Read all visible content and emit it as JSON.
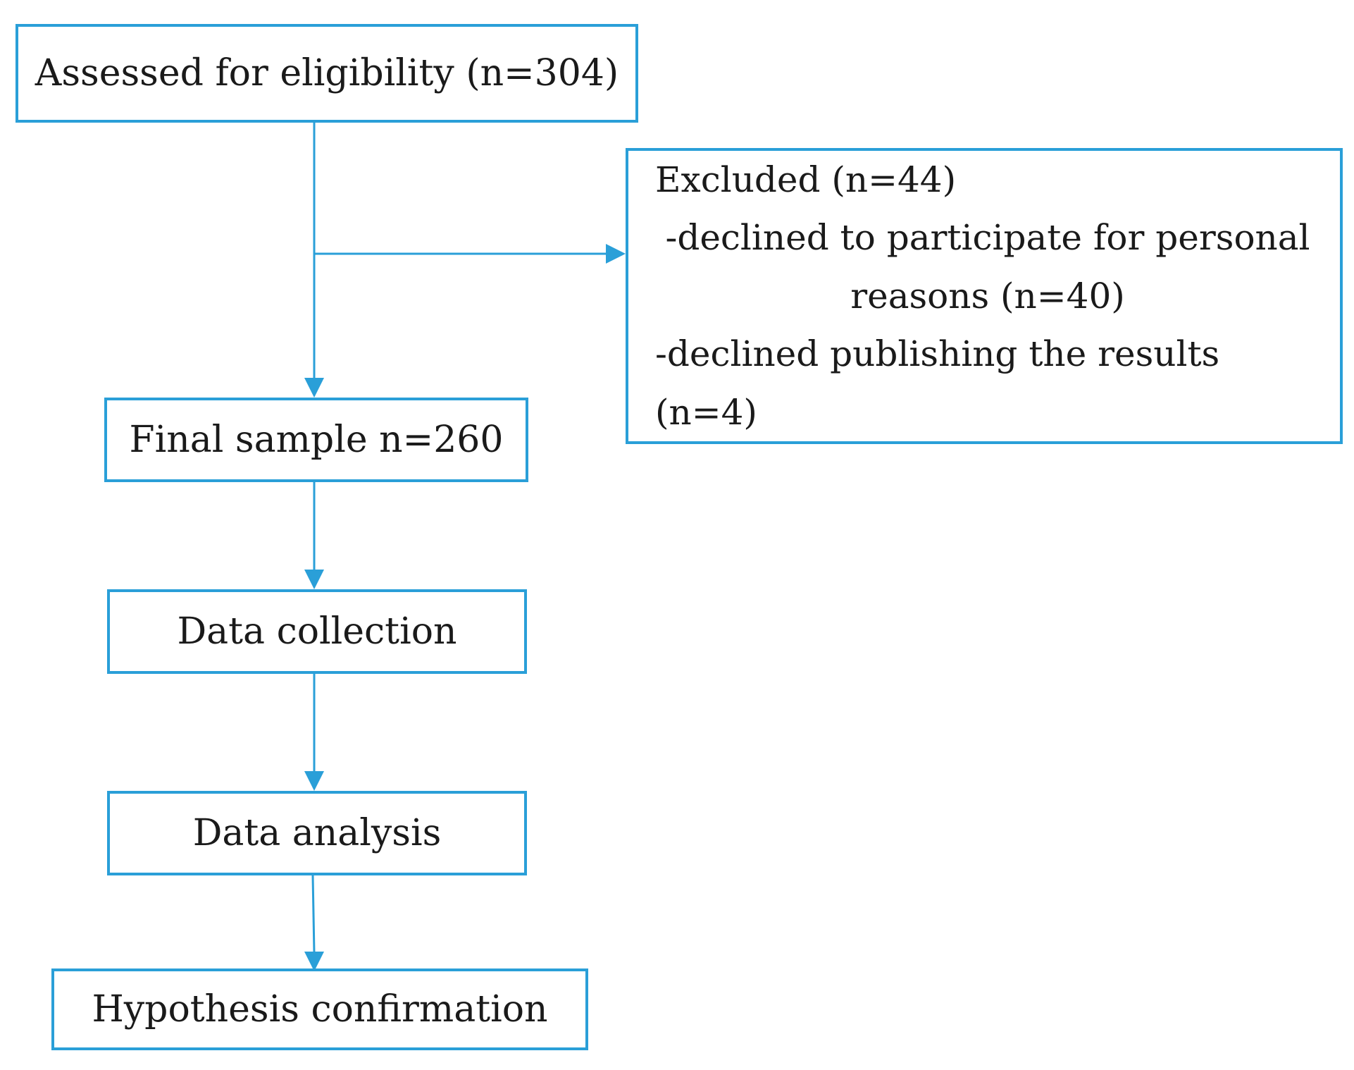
{
  "diagram": {
    "accent_color": "#2a9fd8",
    "nodes": {
      "assessed": "Assessed for eligibility (n=304)",
      "excluded": {
        "title": "Excluded (n=44)",
        "lines": [
          "-declined to participate for personal",
          "reasons (n=40)",
          "-declined publishing the results (n=4)"
        ]
      },
      "final_sample": "Final sample n=260",
      "data_collection": "Data collection",
      "data_analysis": "Data analysis",
      "hypothesis": "Hypothesis confirmation"
    },
    "edges": [
      {
        "from": "assessed",
        "to": "final_sample"
      },
      {
        "from": "assessed",
        "to": "excluded"
      },
      {
        "from": "final_sample",
        "to": "data_collection"
      },
      {
        "from": "data_collection",
        "to": "data_analysis"
      },
      {
        "from": "data_analysis",
        "to": "hypothesis"
      }
    ]
  }
}
